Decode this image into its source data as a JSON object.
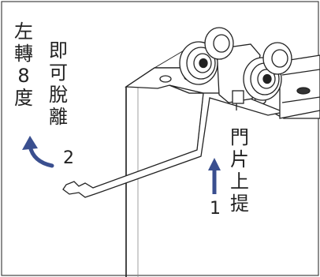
{
  "annotations": {
    "left_col1": [
      "左",
      "轉",
      "8",
      "度"
    ],
    "left_col2": [
      "即",
      "可",
      "脫",
      "離"
    ],
    "step2_number": "2",
    "right_col": [
      "門",
      "片",
      "上",
      "提"
    ],
    "step1_number": "1"
  },
  "arrows": {
    "rotate_arrow": "curved-rotate-arrow-icon",
    "lift_arrow": "up-arrow-icon",
    "color": "#3a4f8f"
  }
}
